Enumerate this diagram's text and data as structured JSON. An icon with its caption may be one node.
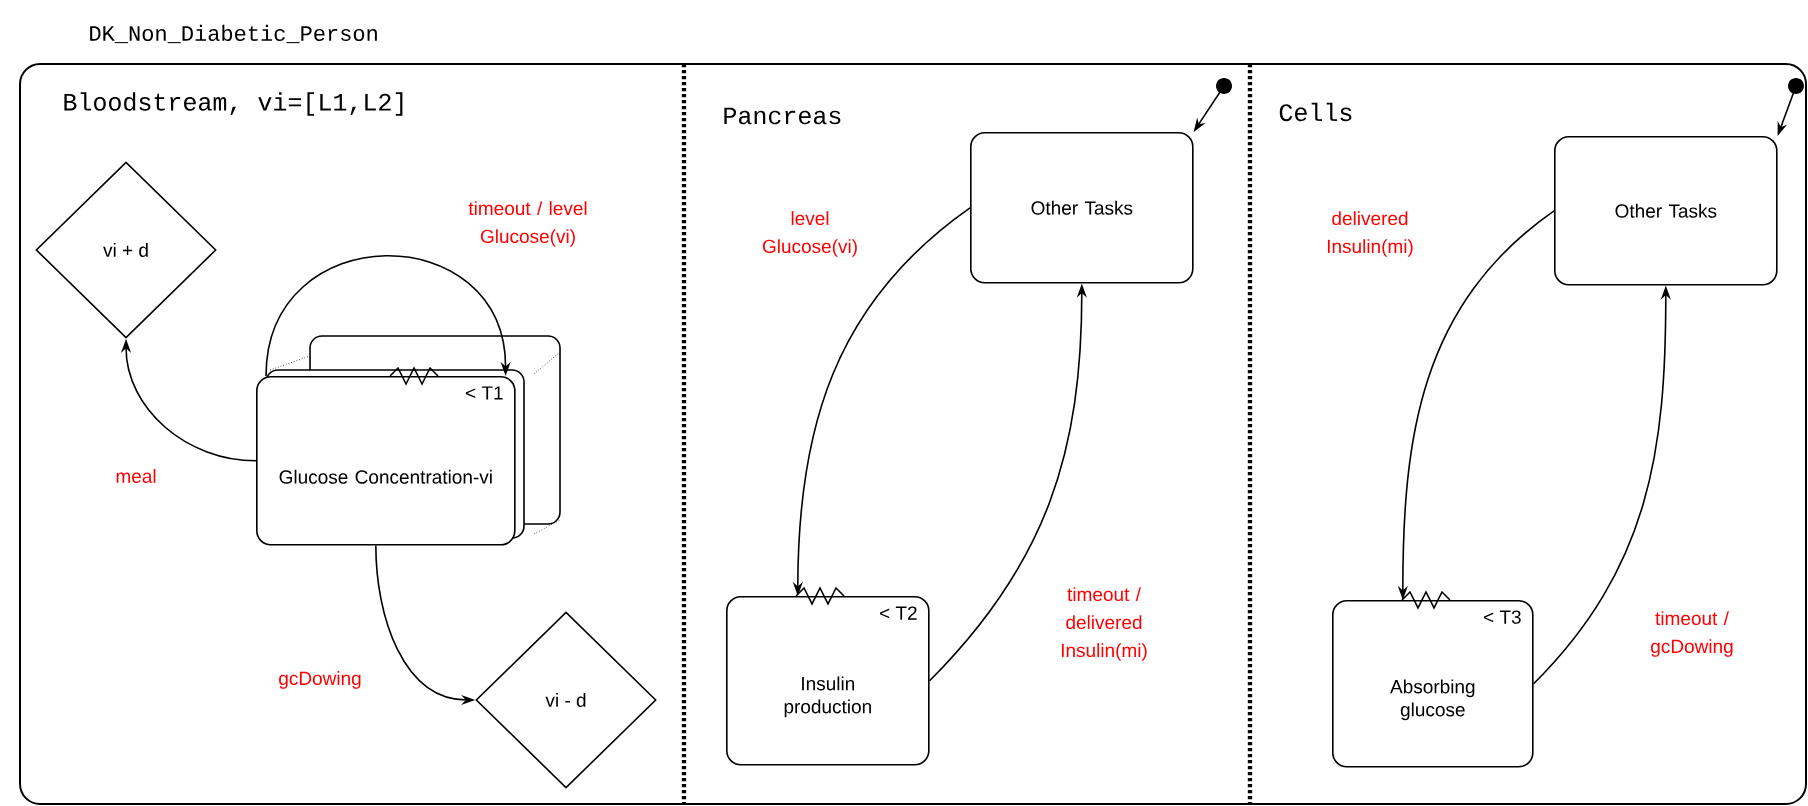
{
  "diagram": {
    "title": "DK_Non_Diabetic_Person",
    "nodes": [
      {
        "text": [
          "Bloodstream, vi=[L1,L2]"
        ]
      },
      {
        "text": [
          "Pancreas"
        ]
      },
      {
        "text": [
          "Cells"
        ]
      },
      {
        "text": [
          "vi + d"
        ],
        "in": 0
      },
      {
        "text": [
          "< T1",
          "Glucose Concentration-vi"
        ],
        "in": 0
      },
      {
        "text": [
          "vi - d"
        ],
        "in": 0
      },
      {
        "text": [],
        "shape": "circle",
        "in": 1
      },
      {
        "text": [
          "Other Tasks"
        ],
        "in": 1
      },
      {
        "text": [
          "< T2",
          "Insulin production"
        ],
        "in": 1
      },
      {
        "text": [],
        "shape": "circle",
        "in": 2
      },
      {
        "text": [
          "Other Tasks"
        ],
        "in": 2
      },
      {
        "text": [
          "< T3",
          "Absorbing glucose"
        ],
        "in": 2
      }
    ],
    "edges": [
      {
        "from": 4,
        "to": 3,
        "arrow": "to",
        "label": "meal"
      },
      {
        "from": 4,
        "to": 4,
        "arrow": "to",
        "label": "timeout / level Glucose(vi)"
      },
      {
        "from": 4,
        "to": 5,
        "arrow": "to",
        "label": "gcDowing"
      },
      {
        "from": 6,
        "to": 7,
        "arrow": "to"
      },
      {
        "from": 7,
        "to": 8,
        "arrow": "to",
        "label": "level Glucose(vi)"
      },
      {
        "from": 8,
        "to": 7,
        "arrow": "to",
        "label": "timeout / delivered Insulin(mi)"
      },
      {
        "from": 9,
        "to": 10,
        "arrow": "to"
      },
      {
        "from": 10,
        "to": 11,
        "arrow": "to",
        "label": "delivered Insulin(mi)"
      },
      {
        "from": 11,
        "to": 10,
        "arrow": "to",
        "label": "timeout / gcDowing"
      }
    ]
  }
}
